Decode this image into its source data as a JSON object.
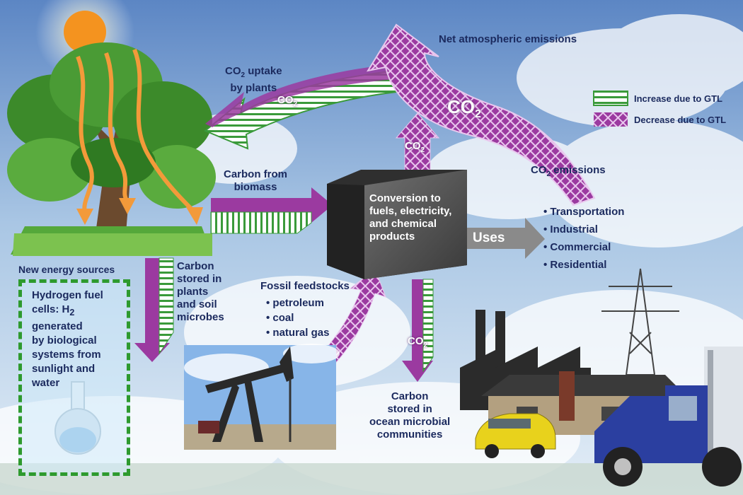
{
  "labels": {
    "net_emissions": "Net atmospheric emissions",
    "co2_uptake_line1": "CO",
    "co2_uptake_sub": "2",
    "co2_uptake_line1_rest": " uptake",
    "co2_uptake_line2": "by plants",
    "carbon_from_biomass_1": "Carbon from",
    "carbon_from_biomass_2": "biomass",
    "co2_emissions_main": "CO",
    "co2_emissions_sub": "2",
    "co2_emissions_rest": " emissions",
    "new_energy_sources": "New energy sources",
    "carbon_stored_plants": [
      "Carbon",
      "stored in",
      "plants",
      "and soil",
      "microbes"
    ],
    "fossil_feedstocks": "Fossil feedstocks",
    "carbon_ocean": [
      "Carbon",
      "stored in",
      "ocean microbial",
      "communities"
    ],
    "uses": "Uses"
  },
  "co2_badges": {
    "main": "CO",
    "main_sub": "2",
    "left": "CO",
    "left_sub": "2",
    "center": "CO",
    "center_sub": "2",
    "lower": "CO",
    "lower_sub": "2"
  },
  "conversion_box": [
    "Conversion to",
    "fuels, electricity,",
    "and chemical",
    "products"
  ],
  "uses_list": [
    "Transportation",
    "Industrial",
    "Commercial",
    "Residential"
  ],
  "fossil_list": [
    "petroleum",
    "coal",
    "natural gas"
  ],
  "hydrogen_box": {
    "line1": "Hydrogen fuel",
    "line2_pre": "cells: H",
    "line2_sub": "2",
    "rest": [
      "generated",
      "by biological",
      "systems from",
      "sunlight and",
      "water"
    ]
  },
  "legend": {
    "increase": "Increase due to GTL",
    "decrease": "Decrease due to GTL"
  },
  "colors": {
    "increase": "#3a9a3a",
    "decrease": "#9b3aa0",
    "text": "#1b2a5e"
  }
}
